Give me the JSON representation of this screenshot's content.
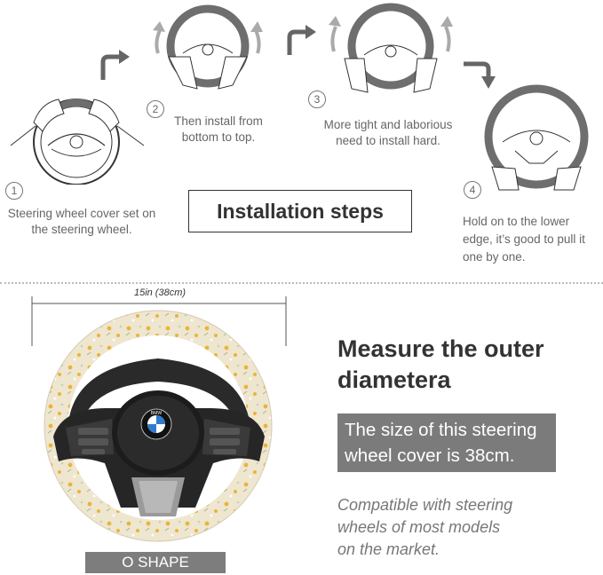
{
  "steps": [
    {
      "num": "1",
      "text": "Steering wheel cover set on the steering wheel."
    },
    {
      "num": "2",
      "text": "Then install from bottom to top."
    },
    {
      "num": "3",
      "text": "More tight and laborious need to install hard."
    },
    {
      "num": "4",
      "text": "Hold on to the lower edge, it’s good to pull it one by one."
    }
  ],
  "title": "Installation steps",
  "measure": {
    "label": "15in (38cm)"
  },
  "product": {
    "heading_line1": "Measure the outer",
    "heading_line2": "diametera",
    "size_line1": "The size of this steering",
    "size_line2": "wheel cover is 38cm.",
    "compat_line1": "Compatible with steering",
    "compat_line2": "wheels of most models",
    "compat_line3": "on the market.",
    "shape_label": "O SHAPE",
    "brand_letters": "BMW"
  },
  "colors": {
    "cover_gray": "#6e6e6e",
    "caption_box": "#7b7b7b",
    "cover_cream": "#efe6d0",
    "flower_yellow": "#e8b53a"
  }
}
